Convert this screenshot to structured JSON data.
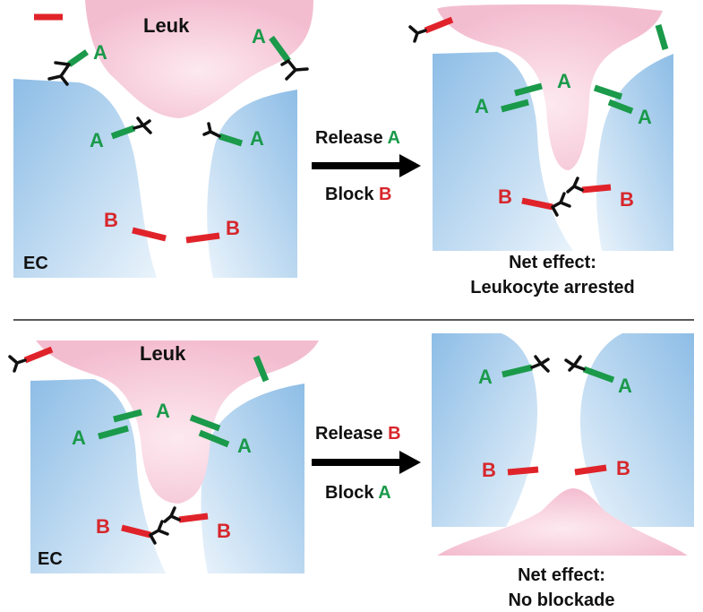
{
  "colors": {
    "molecule_a": "#1a9a4a",
    "molecule_b": "#d7262b",
    "leukocyte": "#f6c9d8",
    "endothelial_cell": "#8fbfe6",
    "antibody": "#111111"
  },
  "labels": {
    "leuk": "Leuk",
    "ec": "EC",
    "a": "A",
    "b": "B"
  },
  "top_panel": {
    "arrow_line1_text": "Release ",
    "arrow_line1_letter": "A",
    "arrow_line2_text": "Block ",
    "arrow_line2_letter": "B",
    "result_line1": "Net effect:",
    "result_line2": "Leukocyte arrested"
  },
  "bottom_panel": {
    "arrow_line1_text": "Release ",
    "arrow_line1_letter": "B",
    "arrow_line2_text": "Block ",
    "arrow_line2_letter": "A",
    "result_line1": "Net effect:",
    "result_line2": "No blockade"
  }
}
